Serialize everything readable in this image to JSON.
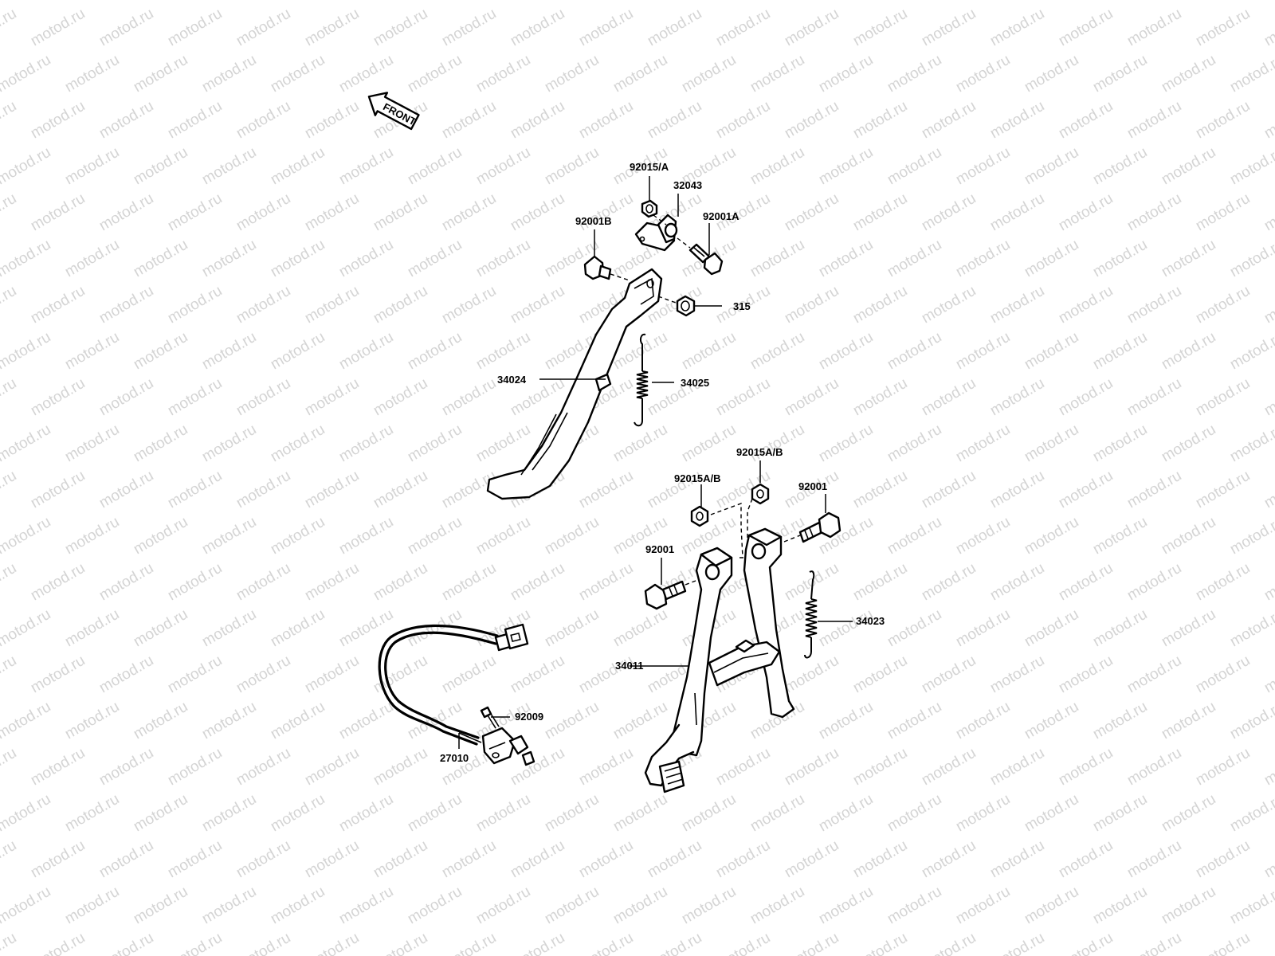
{
  "watermark": "motod.ru",
  "front_label": "FRONT",
  "labels": {
    "p92015A_top": "92015/A",
    "p32043": "32043",
    "p92001A": "92001A",
    "p92001B": "92001B",
    "p315": "315",
    "p34024": "34024",
    "p34025": "34025",
    "p92015AB_1": "92015A/B",
    "p92015AB_2": "92015A/B",
    "p92001_right": "92001",
    "p92001_left": "92001",
    "p34023": "34023",
    "p34011": "34011",
    "p92009": "92009",
    "p27010": "27010"
  },
  "colors": {
    "line": "#000000",
    "background": "#ffffff",
    "watermark": "#d4d4d4"
  }
}
